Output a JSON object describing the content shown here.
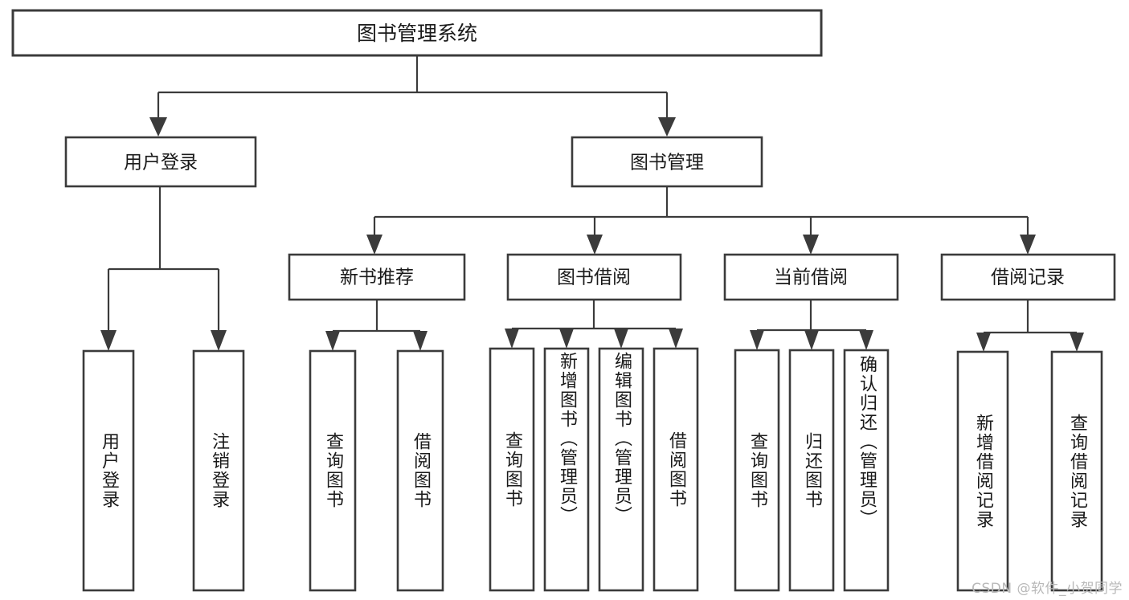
{
  "diagram": {
    "title": "图书管理系统",
    "type": "tree-hierarchy",
    "watermark": "CSDN @软件_小贺同学",
    "colors": {
      "background": "#ffffff",
      "box_fill": "#ffffff",
      "box_stroke": "#3b3b3b",
      "edge": "#3b3b3b",
      "text": "#1a1a1a",
      "watermark": "#b9b9b9"
    }
  },
  "nodes": {
    "root": {
      "label": "图书管理系统"
    },
    "level2": [
      {
        "label": "用户登录"
      },
      {
        "label": "图书管理"
      }
    ],
    "level3": [
      {
        "label": "新书推荐"
      },
      {
        "label": "图书借阅"
      },
      {
        "label": "当前借阅"
      },
      {
        "label": "借阅记录"
      }
    ],
    "leaves": {
      "user_login": [
        {
          "label": "用户登录"
        },
        {
          "label": "注销登录"
        }
      ],
      "new_book_recommend": [
        {
          "label": "查询图书"
        },
        {
          "label": "借阅图书"
        }
      ],
      "book_borrow": [
        {
          "label": "查询图书"
        },
        {
          "label": "新增图书（管理员）"
        },
        {
          "label": "编辑图书（管理员）"
        },
        {
          "label": "借阅图书"
        }
      ],
      "current_borrow": [
        {
          "label": "查询图书"
        },
        {
          "label": "归还图书"
        },
        {
          "label": "确认归还（管理员）"
        }
      ],
      "borrow_record": [
        {
          "label": "新增借阅记录"
        },
        {
          "label": "查询借阅记录"
        }
      ]
    }
  },
  "tree_structure": {
    "图书管理系统": {
      "用户登录": [
        "用户登录",
        "注销登录"
      ],
      "图书管理": {
        "新书推荐": [
          "查询图书",
          "借阅图书"
        ],
        "图书借阅": [
          "查询图书",
          "新增图书（管理员）",
          "编辑图书（管理员）",
          "借阅图书"
        ],
        "当前借阅": [
          "查询图书",
          "归还图书",
          "确认归还（管理员）"
        ],
        "借阅记录": [
          "新增借阅记录",
          "查询借阅记录"
        ]
      }
    }
  }
}
